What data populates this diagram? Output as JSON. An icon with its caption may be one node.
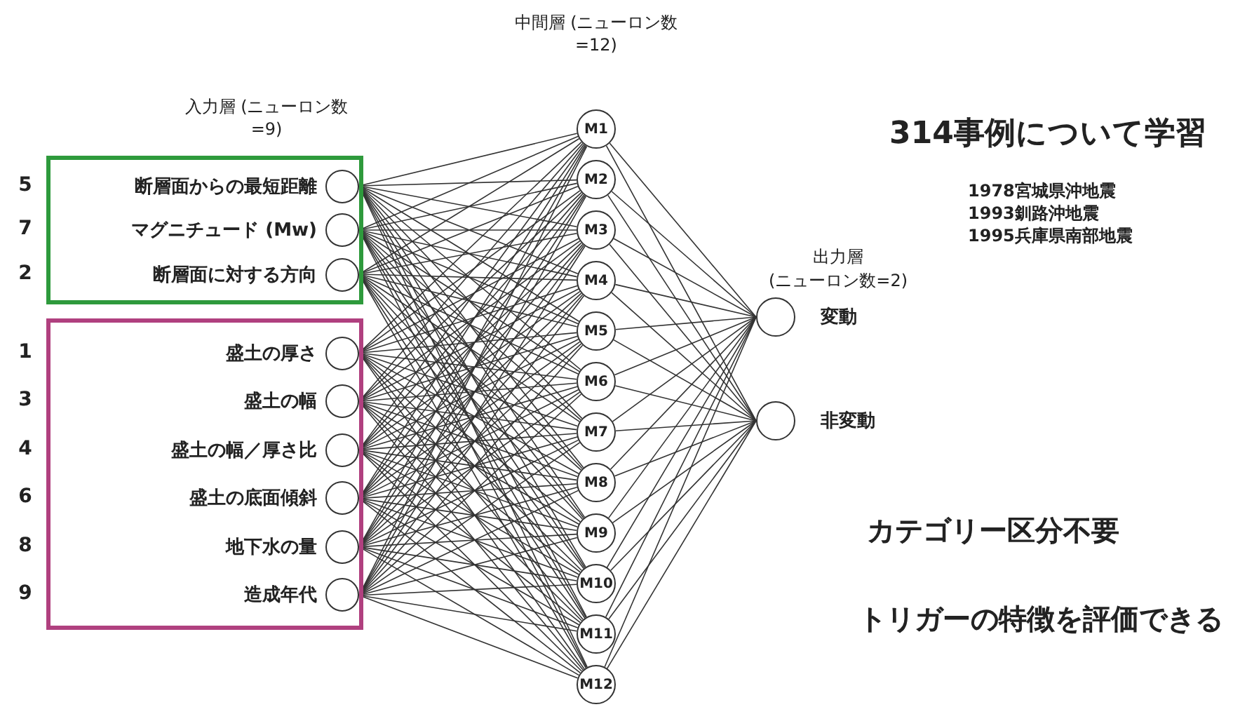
{
  "diagram": {
    "nodes": [
      {
        "text": [],
        "shape": "box"
      },
      {
        "text": [
          "断層面からの最短距離"
        ],
        "in": 0
      },
      {
        "text": [
          "マグニチュード (Mw)"
        ],
        "in": 0
      },
      {
        "text": [
          "断層面に対する方向"
        ],
        "in": 0
      },
      {
        "text": [],
        "shape": "box"
      },
      {
        "text": [
          "盛土の厚さ"
        ],
        "in": 4
      },
      {
        "text": [
          "盛土の幅"
        ],
        "in": 4
      },
      {
        "text": [
          "盛土の幅／厚さ比"
        ],
        "in": 4
      },
      {
        "text": [
          "盛土の底面傾斜"
        ],
        "in": 4
      },
      {
        "text": [
          "地下水の量"
        ],
        "in": 4
      },
      {
        "text": [
          "造成年代"
        ],
        "in": 4
      },
      {
        "text": [
          "M1"
        ]
      },
      {
        "text": [
          "M2"
        ]
      },
      {
        "text": [
          "M3"
        ]
      },
      {
        "text": [
          "M4"
        ]
      },
      {
        "text": [
          "M5"
        ]
      },
      {
        "text": [
          "M6"
        ]
      },
      {
        "text": [
          "M7"
        ]
      },
      {
        "text": [
          "M8"
        ]
      },
      {
        "text": [
          "M9"
        ]
      },
      {
        "text": [
          "M10"
        ]
      },
      {
        "text": [
          "M11"
        ]
      },
      {
        "text": [
          "M12"
        ]
      },
      {
        "text": [
          "変動"
        ]
      },
      {
        "text": [
          "非変動"
        ]
      }
    ],
    "edges": [
      {
        "from": 1,
        "to": 11,
        "arrow": "none"
      },
      {
        "from": 1,
        "to": 12,
        "arrow": "none"
      },
      {
        "from": 1,
        "to": 13,
        "arrow": "none"
      },
      {
        "from": 1,
        "to": 14,
        "arrow": "none"
      },
      {
        "from": 1,
        "to": 15,
        "arrow": "none"
      },
      {
        "from": 1,
        "to": 16,
        "arrow": "none"
      },
      {
        "from": 1,
        "to": 17,
        "arrow": "none"
      },
      {
        "from": 1,
        "to": 18,
        "arrow": "none"
      },
      {
        "from": 1,
        "to": 19,
        "arrow": "none"
      },
      {
        "from": 1,
        "to": 20,
        "arrow": "none"
      },
      {
        "from": 1,
        "to": 21,
        "arrow": "none"
      },
      {
        "from": 1,
        "to": 22,
        "arrow": "none"
      },
      {
        "from": 2,
        "to": 11,
        "arrow": "none"
      },
      {
        "from": 2,
        "to": 12,
        "arrow": "none"
      },
      {
        "from": 2,
        "to": 13,
        "arrow": "none"
      },
      {
        "from": 2,
        "to": 14,
        "arrow": "none"
      },
      {
        "from": 2,
        "to": 15,
        "arrow": "none"
      },
      {
        "from": 2,
        "to": 16,
        "arrow": "none"
      },
      {
        "from": 2,
        "to": 17,
        "arrow": "none"
      },
      {
        "from": 2,
        "to": 18,
        "arrow": "none"
      },
      {
        "from": 2,
        "to": 19,
        "arrow": "none"
      },
      {
        "from": 2,
        "to": 20,
        "arrow": "none"
      },
      {
        "from": 2,
        "to": 21,
        "arrow": "none"
      },
      {
        "from": 2,
        "to": 22,
        "arrow": "none"
      },
      {
        "from": 3,
        "to": 11,
        "arrow": "none"
      },
      {
        "from": 3,
        "to": 12,
        "arrow": "none"
      },
      {
        "from": 3,
        "to": 13,
        "arrow": "none"
      },
      {
        "from": 3,
        "to": 14,
        "arrow": "none"
      },
      {
        "from": 3,
        "to": 15,
        "arrow": "none"
      },
      {
        "from": 3,
        "to": 16,
        "arrow": "none"
      },
      {
        "from": 3,
        "to": 17,
        "arrow": "none"
      },
      {
        "from": 3,
        "to": 18,
        "arrow": "none"
      },
      {
        "from": 3,
        "to": 19,
        "arrow": "none"
      },
      {
        "from": 3,
        "to": 20,
        "arrow": "none"
      },
      {
        "from": 3,
        "to": 21,
        "arrow": "none"
      },
      {
        "from": 3,
        "to": 22,
        "arrow": "none"
      },
      {
        "from": 5,
        "to": 11,
        "arrow": "none"
      },
      {
        "from": 5,
        "to": 12,
        "arrow": "none"
      },
      {
        "from": 5,
        "to": 13,
        "arrow": "none"
      },
      {
        "from": 5,
        "to": 14,
        "arrow": "none"
      },
      {
        "from": 5,
        "to": 15,
        "arrow": "none"
      },
      {
        "from": 5,
        "to": 16,
        "arrow": "none"
      },
      {
        "from": 5,
        "to": 17,
        "arrow": "none"
      },
      {
        "from": 5,
        "to": 18,
        "arrow": "none"
      },
      {
        "from": 5,
        "to": 19,
        "arrow": "none"
      },
      {
        "from": 5,
        "to": 20,
        "arrow": "none"
      },
      {
        "from": 5,
        "to": 21,
        "arrow": "none"
      },
      {
        "from": 5,
        "to": 22,
        "arrow": "none"
      },
      {
        "from": 6,
        "to": 11,
        "arrow": "none"
      },
      {
        "from": 6,
        "to": 12,
        "arrow": "none"
      },
      {
        "from": 6,
        "to": 13,
        "arrow": "none"
      },
      {
        "from": 6,
        "to": 14,
        "arrow": "none"
      },
      {
        "from": 6,
        "to": 15,
        "arrow": "none"
      },
      {
        "from": 6,
        "to": 16,
        "arrow": "none"
      },
      {
        "from": 6,
        "to": 17,
        "arrow": "none"
      },
      {
        "from": 6,
        "to": 18,
        "arrow": "none"
      },
      {
        "from": 6,
        "to": 19,
        "arrow": "none"
      },
      {
        "from": 6,
        "to": 20,
        "arrow": "none"
      },
      {
        "from": 6,
        "to": 21,
        "arrow": "none"
      },
      {
        "from": 6,
        "to": 22,
        "arrow": "none"
      },
      {
        "from": 7,
        "to": 11,
        "arrow": "none"
      },
      {
        "from": 7,
        "to": 12,
        "arrow": "none"
      },
      {
        "from": 7,
        "to": 13,
        "arrow": "none"
      },
      {
        "from": 7,
        "to": 14,
        "arrow": "none"
      },
      {
        "from": 7,
        "to": 15,
        "arrow": "none"
      },
      {
        "from": 7,
        "to": 16,
        "arrow": "none"
      },
      {
        "from": 7,
        "to": 17,
        "arrow": "none"
      },
      {
        "from": 7,
        "to": 18,
        "arrow": "none"
      },
      {
        "from": 7,
        "to": 19,
        "arrow": "none"
      },
      {
        "from": 7,
        "to": 20,
        "arrow": "none"
      },
      {
        "from": 7,
        "to": 21,
        "arrow": "none"
      },
      {
        "from": 7,
        "to": 22,
        "arrow": "none"
      },
      {
        "from": 8,
        "to": 11,
        "arrow": "none"
      },
      {
        "from": 8,
        "to": 12,
        "arrow": "none"
      },
      {
        "from": 8,
        "to": 13,
        "arrow": "none"
      },
      {
        "from": 8,
        "to": 14,
        "arrow": "none"
      },
      {
        "from": 8,
        "to": 15,
        "arrow": "none"
      },
      {
        "from": 8,
        "to": 16,
        "arrow": "none"
      },
      {
        "from": 8,
        "to": 17,
        "arrow": "none"
      },
      {
        "from": 8,
        "to": 18,
        "arrow": "none"
      },
      {
        "from": 8,
        "to": 19,
        "arrow": "none"
      },
      {
        "from": 8,
        "to": 20,
        "arrow": "none"
      },
      {
        "from": 8,
        "to": 21,
        "arrow": "none"
      },
      {
        "from": 8,
        "to": 22,
        "arrow": "none"
      },
      {
        "from": 9,
        "to": 11,
        "arrow": "none"
      },
      {
        "from": 9,
        "to": 12,
        "arrow": "none"
      },
      {
        "from": 9,
        "to": 13,
        "arrow": "none"
      },
      {
        "from": 9,
        "to": 14,
        "arrow": "none"
      },
      {
        "from": 9,
        "to": 15,
        "arrow": "none"
      },
      {
        "from": 9,
        "to": 16,
        "arrow": "none"
      },
      {
        "from": 9,
        "to": 17,
        "arrow": "none"
      },
      {
        "from": 9,
        "to": 18,
        "arrow": "none"
      },
      {
        "from": 9,
        "to": 19,
        "arrow": "none"
      },
      {
        "from": 9,
        "to": 20,
        "arrow": "none"
      },
      {
        "from": 9,
        "to": 21,
        "arrow": "none"
      },
      {
        "from": 9,
        "to": 22,
        "arrow": "none"
      },
      {
        "from": 10,
        "to": 11,
        "arrow": "none"
      },
      {
        "from": 10,
        "to": 12,
        "arrow": "none"
      },
      {
        "from": 10,
        "to": 13,
        "arrow": "none"
      },
      {
        "from": 10,
        "to": 14,
        "arrow": "none"
      },
      {
        "from": 10,
        "to": 15,
        "arrow": "none"
      },
      {
        "from": 10,
        "to": 16,
        "arrow": "none"
      },
      {
        "from": 10,
        "to": 17,
        "arrow": "none"
      },
      {
        "from": 10,
        "to": 18,
        "arrow": "none"
      },
      {
        "from": 10,
        "to": 19,
        "arrow": "none"
      },
      {
        "from": 10,
        "to": 20,
        "arrow": "none"
      },
      {
        "from": 10,
        "to": 21,
        "arrow": "none"
      },
      {
        "from": 10,
        "to": 22,
        "arrow": "none"
      },
      {
        "from": 11,
        "to": 23,
        "arrow": "none"
      },
      {
        "from": 11,
        "to": 24,
        "arrow": "none"
      },
      {
        "from": 12,
        "to": 23,
        "arrow": "none"
      },
      {
        "from": 12,
        "to": 24,
        "arrow": "none"
      },
      {
        "from": 13,
        "to": 23,
        "arrow": "none"
      },
      {
        "from": 13,
        "to": 24,
        "arrow": "none"
      },
      {
        "from": 14,
        "to": 23,
        "arrow": "none"
      },
      {
        "from": 14,
        "to": 24,
        "arrow": "none"
      },
      {
        "from": 15,
        "to": 23,
        "arrow": "none"
      },
      {
        "from": 15,
        "to": 24,
        "arrow": "none"
      },
      {
        "from": 16,
        "to": 23,
        "arrow": "none"
      },
      {
        "from": 16,
        "to": 24,
        "arrow": "none"
      },
      {
        "from": 17,
        "to": 23,
        "arrow": "none"
      },
      {
        "from": 17,
        "to": 24,
        "arrow": "none"
      },
      {
        "from": 18,
        "to": 23,
        "arrow": "none"
      },
      {
        "from": 18,
        "to": 24,
        "arrow": "none"
      },
      {
        "from": 19,
        "to": 23,
        "arrow": "none"
      },
      {
        "from": 19,
        "to": 24,
        "arrow": "none"
      },
      {
        "from": 20,
        "to": 23,
        "arrow": "none"
      },
      {
        "from": 20,
        "to": 24,
        "arrow": "none"
      },
      {
        "from": 21,
        "to": 23,
        "arrow": "none"
      },
      {
        "from": 21,
        "to": 24,
        "arrow": "none"
      },
      {
        "from": 22,
        "to": 23,
        "arrow": "none"
      },
      {
        "from": 22,
        "to": 24,
        "arrow": "none"
      }
    ],
    "labels": [
      "中間層 (ニューロン数=12)",
      "入力層 (ニューロン数=9)",
      "314事例について学習",
      "5",
      "1978宮城県沖地震",
      "7",
      "1993釧路沖地震",
      "2",
      "1995兵庫県南部地震",
      "出力層 (ニューロン数=2)",
      "1",
      "3",
      "4",
      "6",
      "8",
      "9",
      "カテゴリー区分不要",
      "トリガーの特徴を評価できる"
    ]
  }
}
